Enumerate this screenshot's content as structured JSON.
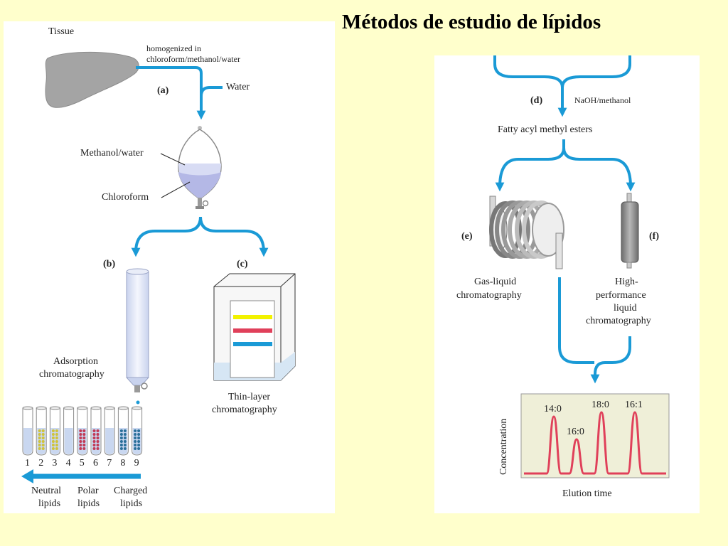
{
  "title": "Métodos de estudio de lípidos",
  "left": {
    "tissue": "Tissue",
    "homogenized_line1": "homogenized in",
    "homogenized_line2": "chloroform/methanol/water",
    "step_a": "(a)",
    "water": "Water",
    "methanol_water": "Methanol/water",
    "chloroform": "Chloroform",
    "step_b": "(b)",
    "step_c": "(c)",
    "adsorption_line1": "Adsorption",
    "adsorption_line2": "chromatography",
    "thin_layer_line1": "Thin-layer",
    "thin_layer_line2": "chromatography",
    "tube_numbers": [
      "1",
      "2",
      "3",
      "4",
      "5",
      "6",
      "7",
      "8",
      "9"
    ],
    "neutral_line1": "Neutral",
    "neutral_line2": "lipids",
    "polar_line1": "Polar",
    "polar_line2": "lipids",
    "charged_line1": "Charged",
    "charged_line2": "lipids"
  },
  "right": {
    "step_d": "(d)",
    "naoh": "NaOH/methanol",
    "fatty_acyl": "Fatty acyl methyl esters",
    "step_e": "(e)",
    "step_f": "(f)",
    "gas_line1": "Gas-liquid",
    "gas_line2": "chromatography",
    "high_line1": "High-",
    "high_line2": "performance",
    "high_line3": "liquid",
    "high_line4": "chromatography",
    "peaks": [
      "14:0",
      "16:0",
      "18:0",
      "16:1"
    ],
    "ylabel": "Concentration",
    "xlabel": "Elution time"
  },
  "colors": {
    "background": "#ffffcc",
    "arrow": "#1a9ad6",
    "peak_line": "#e0405a",
    "chart_bg": "#efefd8",
    "tlc_yellow": "#f2f200",
    "tlc_red": "#e0405a",
    "tlc_blue": "#1a9ad6"
  }
}
